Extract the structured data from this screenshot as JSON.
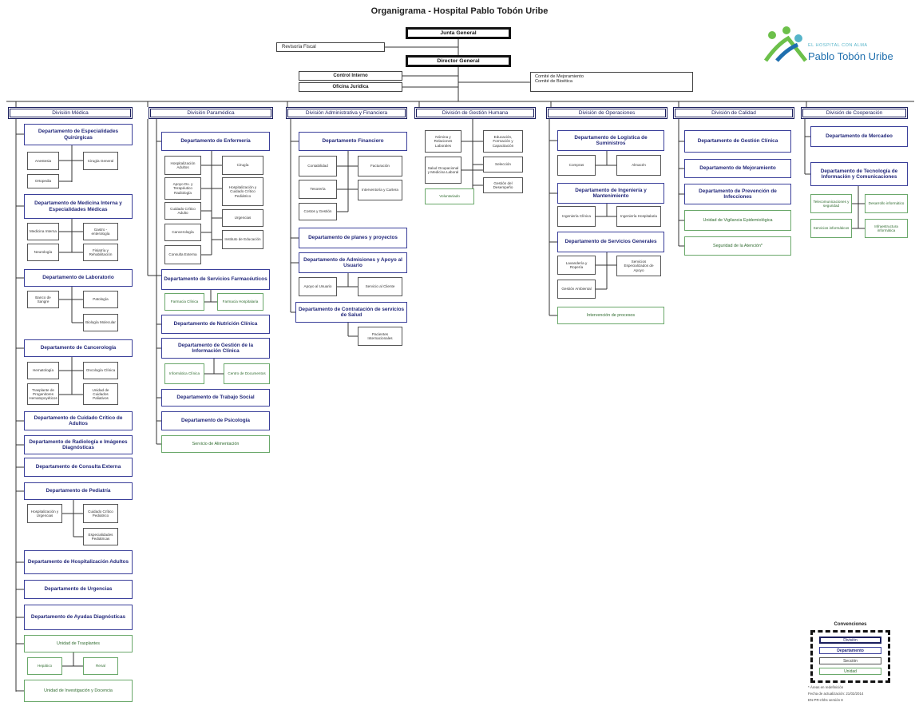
{
  "title": "Organigrama - Hospital Pablo Tobón Uribe",
  "logo": {
    "small": "EL HOSPITAL CON ALMA",
    "main": "Pablo Tobón Uribe",
    "colors": [
      "#6cc04a",
      "#1f6fae",
      "#56b4c9"
    ]
  },
  "top": {
    "junta": "Junta General",
    "revisoria": "Revisoría Fiscal",
    "director": "Director General",
    "control": "Control Interno",
    "oficina": "Oficina Jurídica",
    "comites": [
      "Comité de Mejoramiento",
      "Comité de Bioética"
    ]
  },
  "divisions": {
    "medica": {
      "name": "División Médica",
      "dep_quirurgicas": "Departamento de Especialidades Quirúrgicas",
      "sec_anestesia": "Anestesia",
      "sec_cirugia_general": "Cirugía General",
      "sec_ortopedia": "Ortopedia",
      "dep_medicina": "Departamento de Medicina Interna y Especialidades Médicas",
      "sec_medicina_interna": "Medicina Interna",
      "sec_gastro": "Gastro - enterología",
      "sec_neurologia": "Neurología",
      "sec_fisiatria": "Fisiatría y Rehabilitación",
      "dep_laboratorio": "Departamento de Laboratorio",
      "sec_banco": "Banco de Sangre",
      "sec_patologia": "Patología",
      "sec_biologia": "Biología Molecular",
      "dep_cancerologia": "Departamento de Cancerología",
      "sec_hematologia": "Hematología",
      "sec_oncologia": "Oncología Clínica",
      "sec_trasplante": "Trasplante de Progenitores Hematopoyéticos",
      "sec_unidad_cuidados": "Unidad de Cuidados Paliativos",
      "dep_cuidado_critico": "Departamento de Cuidado Crítico de Adultos",
      "dep_radiologia": "Departamento de Radiología e Imágenes Diagnósticas",
      "dep_consulta": "Departamento de Consulta Externa",
      "dep_pediatria": "Departamento de Pediatría",
      "sec_hosp_urgencias": "Hospitalización y Urgencias",
      "sec_cuidado_pediatrico": "Cuidado Crítico Pediátrico",
      "sec_especialidades_ped": "Especialidades Pediátricas",
      "dep_hospitalizacion": "Departamento de Hospitalización Adultos",
      "dep_urgencias": "Departamento de Urgencias",
      "dep_ayudas": "Departamento de Ayudas Diagnósticas",
      "uni_trasplantes": "Unidad de Trasplantes",
      "uni_hepatico": "Hepático",
      "uni_renal": "Renal",
      "uni_investigacion": "Unidad de Investigación y Docencia"
    },
    "paramedica": {
      "name": "División Paramédica",
      "dep_enfermeria": "Departamento de Enfermería",
      "sec_hosp_adultos": "Hospitalización Adultos",
      "sec_cirugia": "Cirugía",
      "sec_apoyo_dx": "Apoyo Dx. y Terapéutico Radiología",
      "sec_hosp_pediatrica": "Hospitalización y Cuidado Crítico Pediátrico",
      "sec_cuidado_adulto": "Cuidado Crítico Adulto",
      "sec_urgencias": "Urgencias",
      "sec_cancerologia": "Cancerología",
      "sec_instituto": "Instituto de Educación",
      "sec_consulta": "Consulta Externa",
      "dep_farmaceuticos": "Departamento de Servicios Farmacéuticos",
      "uni_farmacia_clinica": "Farmacia Clínica",
      "uni_farmacia_hosp": "Farmacia Hospitalaria",
      "dep_nutricion": "Departamento de Nutrición Clínica",
      "dep_gestion_info": "Departamento de Gestión de la Información Clínica",
      "uni_informatica": "Informática Clínica",
      "uni_centro_doc": "Centro de Documentos",
      "dep_trabajo_social": "Departamento de Trabajo Social",
      "dep_psicologia": "Departamento de Psicología",
      "uni_alimentacion": "Servicio de Alimentación"
    },
    "administrativa": {
      "name": "División Administrativa y Financiera",
      "dep_financiero": "Departamento Financiero",
      "sec_contabilidad": "Contabilidad",
      "sec_facturacion": "Facturación",
      "sec_tesoreria": "Tesorería",
      "sec_interventoria": "Interventoría y Cartera",
      "sec_costos": "Costos y Gestión",
      "dep_planes": "Departamento de planes y proyectos",
      "dep_admisiones": "Departamento de Admisiones y Apoyo al Usuario",
      "sec_apoyo_usuario": "Apoyo al Usuario",
      "sec_servicio_cliente": "Servicio al Cliente",
      "dep_contratacion": "Departamento de Contratación de servicios de Salud",
      "sec_pacientes_int": "Pacientes Internacionales"
    },
    "gestion_humana": {
      "name": "División de Gestión Humana",
      "sec_nomina": "Nómina y Relaciones Laborales",
      "sec_educacion": "Educación, Formación y Capacitación",
      "sec_salud_ocupacional": "Salud Ocupacional y Medicina Laboral",
      "sec_seleccion": "Selección",
      "sec_gestion_desempeno": "Gestión del Desempeño",
      "uni_voluntariado": "Voluntariado"
    },
    "operaciones": {
      "name": "División de Operaciones",
      "dep_logistica": "Departamento de Logística de Suministros",
      "sec_compras": "Compras",
      "sec_almacen": "Almacén",
      "dep_ingenieria": "Departamento de Ingeniería y Mantenimiento",
      "sec_ing_clinica": "Ingeniería Clínica",
      "sec_ing_hosp": "Ingeniería Hospitalaria",
      "dep_servicios_gen": "Departamento de Servicios Generales",
      "sec_lavanderia": "Lavandería y Ropería",
      "sec_servicios_esp": "Servicios Especializados de Apoyo",
      "sec_gestion_amb": "Gestión Ambiental",
      "uni_intervencion": "Intervención de procesos"
    },
    "calidad": {
      "name": "División de Calidad",
      "dep_gestion_clinica": "Departamento de Gestión Clínica",
      "dep_mejoramiento": "Departamento de Mejoramiento",
      "dep_prevencion": "Departamento de Prevención de Infecciones",
      "uni_vigilancia": "Unidad de Vigilancia Epidemiológica",
      "uni_seguridad": "Seguridad de la Atención*"
    },
    "cooperacion": {
      "name": "División de Cooperación",
      "dep_mercadeo": "Departamento de Mercadeo",
      "dep_tecnologia": "Departamento de Tecnología de Información y Comunicaciones",
      "uni_telecom": "Telecomunicaciones y seguridad",
      "uni_desarrollo": "Desarrollo informático",
      "uni_servicios_inf": "Servicios informáticos",
      "uni_infraestructura": "Infraestructura informática"
    }
  },
  "legend": {
    "title": "Convenciones",
    "items": [
      "División",
      "Departamento",
      "Sección",
      "Unidad"
    ],
    "note": "* Áreas en redefinición",
    "date": "Fecha de actualización: 21/02/2014",
    "version": "EN-PR-nhhs versión 8"
  }
}
